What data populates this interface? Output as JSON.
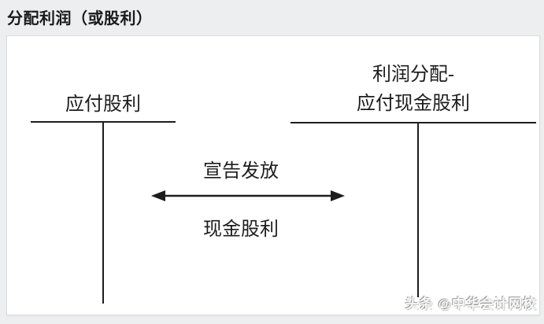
{
  "page": {
    "title": "分配利润（或股利）",
    "background_color": "#edeef0",
    "panel_color": "#ffffff",
    "line_color": "#1d1d1d",
    "text_color": "#1a1a1a"
  },
  "diagram": {
    "type": "t-accounts",
    "left_account": {
      "title": "应付股利"
    },
    "right_account": {
      "title_line1": "利润分配-",
      "title_line2": "应付现金股利"
    },
    "transfer": {
      "label_top": "宣告发放",
      "label_bottom": "现金股利",
      "arrow_style": "double-headed"
    }
  },
  "watermark": {
    "text": "头条 @中华会计网校"
  }
}
